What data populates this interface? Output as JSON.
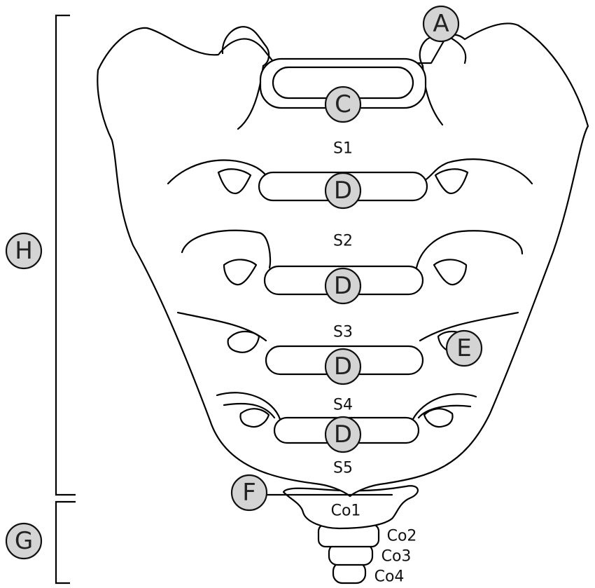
{
  "callouts": {
    "a": "A",
    "c": "C",
    "d": "D",
    "e": "E",
    "f": "F",
    "g": "G",
    "h": "H"
  },
  "sacral_segments": [
    "S1",
    "S2",
    "S3",
    "S4",
    "S5"
  ],
  "coccygeal_segments": [
    "Co1",
    "Co2",
    "Co3",
    "Co4"
  ],
  "colors": {
    "line": "#000000",
    "callout_fill": "#d4d4d4",
    "background": "#ffffff"
  }
}
